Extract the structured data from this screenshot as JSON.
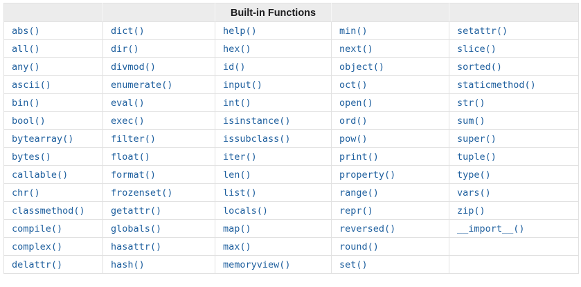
{
  "page": {
    "background": "#ffffff"
  },
  "table": {
    "header": {
      "title": "Built-in Functions"
    },
    "columns": 5,
    "rows": [
      [
        "abs()",
        "dict()",
        "help()",
        "min()",
        "setattr()"
      ],
      [
        "all()",
        "dir()",
        "hex()",
        "next()",
        "slice()"
      ],
      [
        "any()",
        "divmod()",
        "id()",
        "object()",
        "sorted()"
      ],
      [
        "ascii()",
        "enumerate()",
        "input()",
        "oct()",
        "staticmethod()"
      ],
      [
        "bin()",
        "eval()",
        "int()",
        "open()",
        "str()"
      ],
      [
        "bool()",
        "exec()",
        "isinstance()",
        "ord()",
        "sum()"
      ],
      [
        "bytearray()",
        "filter()",
        "issubclass()",
        "pow()",
        "super()"
      ],
      [
        "bytes()",
        "float()",
        "iter()",
        "print()",
        "tuple()"
      ],
      [
        "callable()",
        "format()",
        "len()",
        "property()",
        "type()"
      ],
      [
        "chr()",
        "frozenset()",
        "list()",
        "range()",
        "vars()"
      ],
      [
        "classmethod()",
        "getattr()",
        "locals()",
        "repr()",
        "zip()"
      ],
      [
        "compile()",
        "globals()",
        "map()",
        "reversed()",
        "__import__()"
      ],
      [
        "complex()",
        "hasattr()",
        "max()",
        "round()",
        ""
      ],
      [
        "delattr()",
        "hash()",
        "memoryview()",
        "set()",
        ""
      ]
    ],
    "colors": {
      "link_blue": "#1e5f9e",
      "header_background": "#ececec",
      "header_text": "#1c1c1e",
      "border": "#e1e1e1",
      "header_divider": "#f7f7f7"
    }
  }
}
